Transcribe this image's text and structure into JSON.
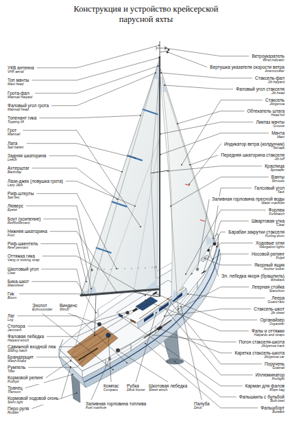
{
  "diagram": {
    "title": "Конструкция и устройство крейсерской парусной яхты",
    "labels": [
      "УКВ антенна",
      "VHF aerial",
      "Топ мачты",
      "Mast head",
      "Грота-фал",
      "Mainsail halyard",
      "Фаловый угол грота",
      "Mainsail head",
      "Топенант гика",
      "Topping lift",
      "Грот",
      "Mainsail",
      "Лата",
      "Sail batten",
      "Задняя шкаторина",
      "Leech",
      "Ахтерштаг",
      "Backstay",
      "Лази-джек (ловушка грота)",
      "Lazy Jack",
      "Риф-штерты",
      "Sail ties",
      "Люверс",
      "Eyelet",
      "Боут (усиление)",
      "Reinforcement",
      "Нижняя шкаторина",
      "Foot",
      "Риф-шкентель",
      "Reef pennant",
      "Оттяжка гика",
      "Vang or kicking strap",
      "Шкотовый угол",
      "Clew",
      "Бика-шкот",
      "Mainsheet",
      "Гик",
      "Boom",
      "Эхолот",
      "Echosounder",
      "Винденс",
      "Winch",
      "Лаг",
      "Log",
      "Стопора",
      "Jammers",
      "Фаловая лебедка",
      "Halyard winch",
      "Сдвижной входной люк",
      "Sliding hatch",
      "Брандерщит",
      "Wash-board",
      "Румпель",
      "Tiller",
      "Кормовой релинг",
      "Pushpit",
      "Транец",
      "Transom",
      "Кормовой ходовой огонь",
      "Stern light",
      "Перо руля",
      "Rudder",
      "Компас",
      "Compass",
      "Рубка",
      "Deck house",
      "Шкотовая лебедка",
      "Sheet winch",
      "Заливная горловина топлива",
      "Fuel manhole",
      "Палуба",
      "Deck",
      "Ветроуказатель",
      "Wind indicator",
      "Вертушка указателя скорости ветра",
      "Anemometer",
      "Стаксель-фал",
      "Jib halyard",
      "Фаловый угол стакселя",
      "Jib head",
      "Стаксель",
      "Jib/genoa",
      "Обтекатель штага",
      "Head foil",
      "Ликпаз мачты",
      "Groove",
      "Мачта",
      "Mast",
      "Индикатор ветра (колдунчик)",
      "Tell-tale",
      "Передняя шкаторина стакселя",
      "Jib luff",
      "Краспица",
      "Spreader",
      "Ванты",
      "Shrouds",
      "Галсовый угол",
      "Tack",
      "Заливная горловина пресной воды",
      "Water manhole",
      "Форлюк",
      "Forehatch",
      "Швартовая утка",
      "Cleat",
      "Барабан закрутки стакселя",
      "Furling drum",
      "Ходовые огни",
      "Navigation lights",
      "Носовой релинг",
      "Pulpit",
      "Якорный ящик",
      "Anchor locker",
      "Эл. лебедка якоря (брашпиль)",
      "Windlass",
      "Леерная стойка",
      "Stanchion",
      "Леера",
      "Guard rails",
      "Стаксель-шкот",
      "Jib sheet",
      "Органайзер",
      "Organizer",
      "Фалы и оттяжки",
      "Halyards and straps",
      "Погон стакселя-шкота",
      "Jib/genoa track",
      "Каретка стаксель-шкота",
      "Jib/genoa car",
      "Поручень",
      "Grabrail",
      "Иллюминатор",
      "Portlight",
      "Карман для фалов",
      "Rope bag",
      "Фальшкиль с бульбой",
      "Bulb keel",
      "Фальшборт",
      "Bulwark"
    ]
  }
}
